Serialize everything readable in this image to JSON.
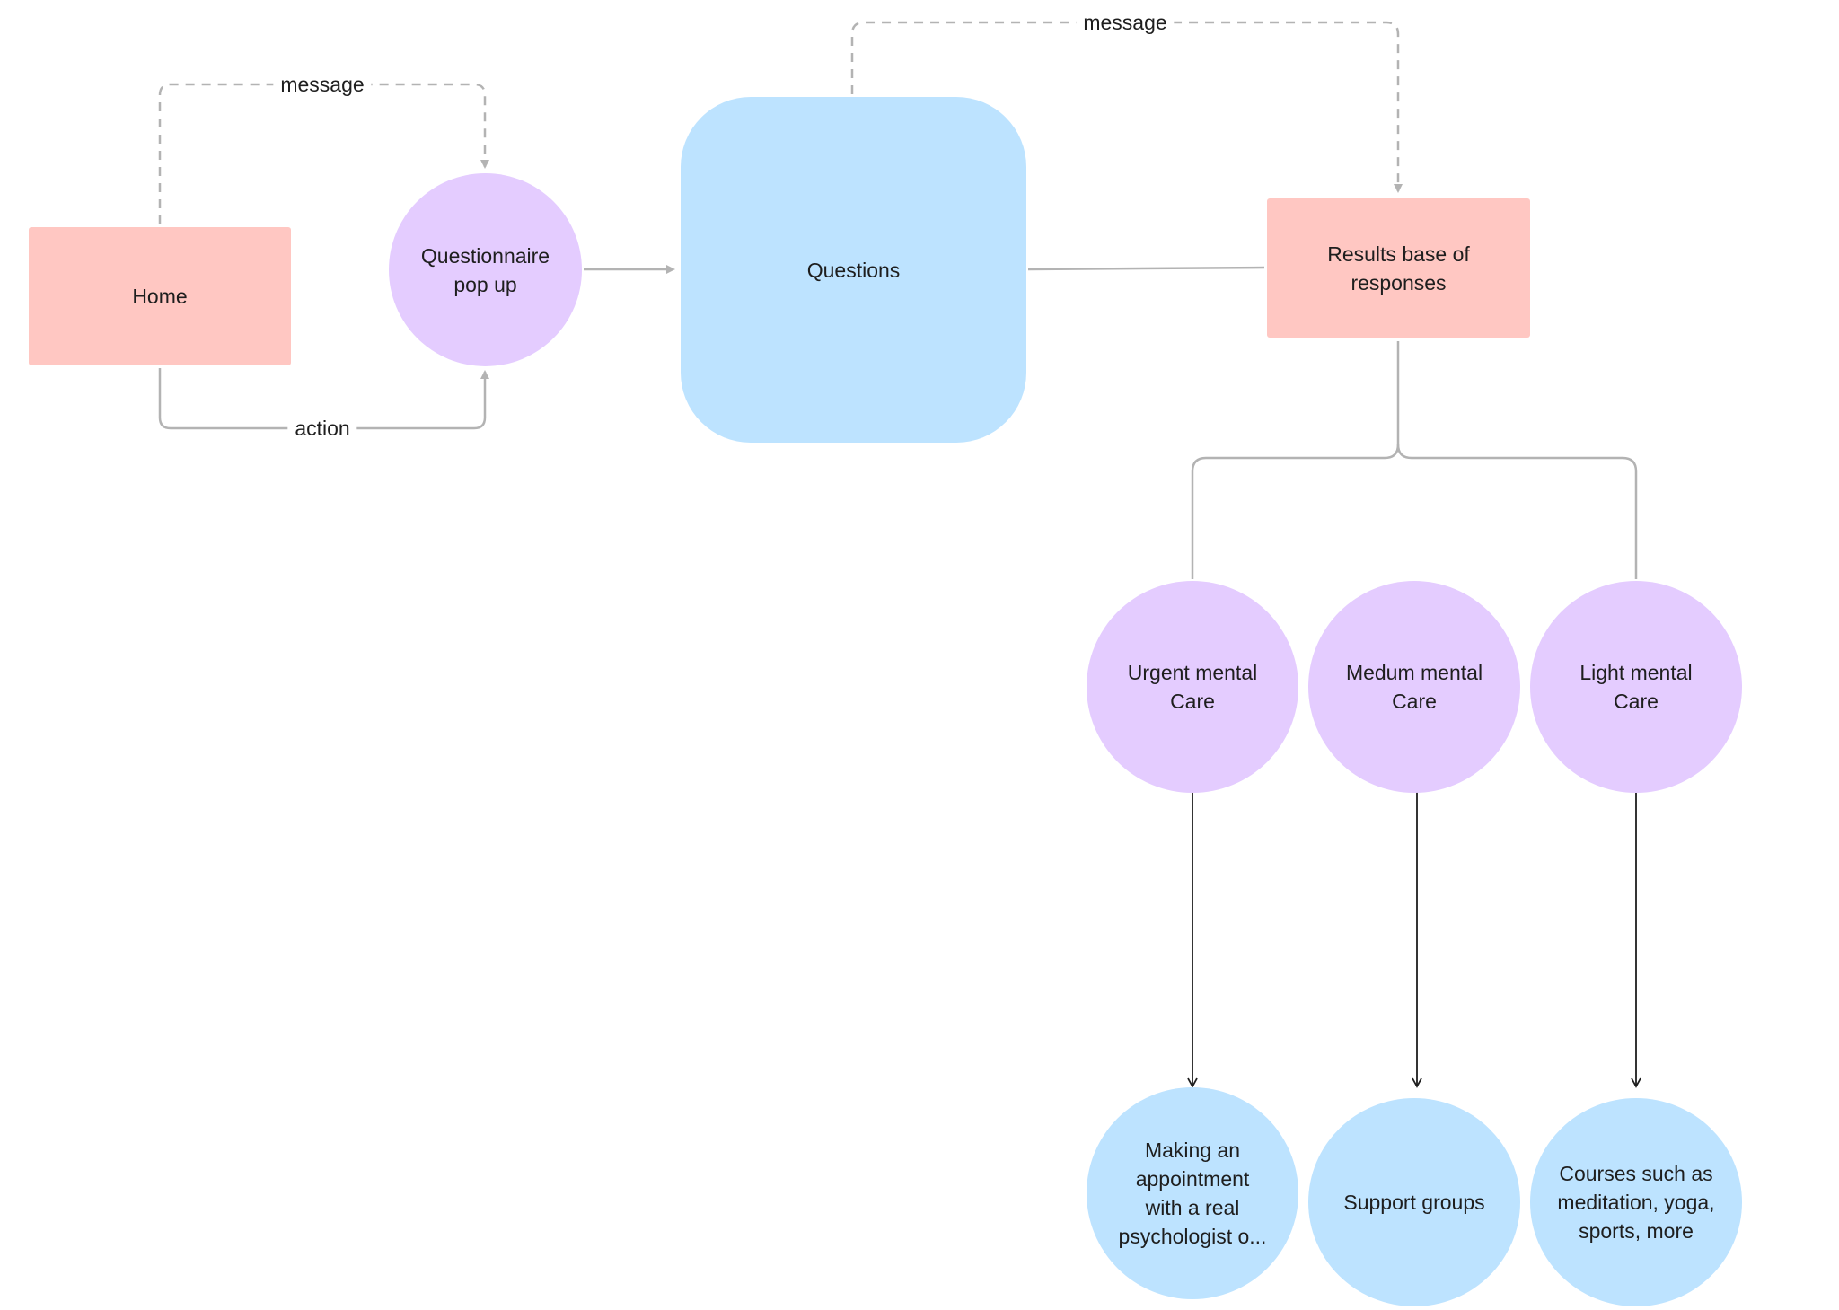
{
  "nodes": {
    "home": "Home",
    "questionnaire": "Questionnaire pop up",
    "questions": "Questions",
    "results": "Results base of responses",
    "urgent": "Urgent mental Care",
    "medium": "Medum mental Care",
    "light": "Light mental Care",
    "appointment": "Making an appointment with a real psychologist o...",
    "support": "Support groups",
    "courses": "Courses such as meditation, yoga, sports, more"
  },
  "edges": {
    "home_to_questionnaire_message": "message",
    "home_to_questionnaire_action": "action",
    "questions_to_results_message": "message"
  },
  "colors": {
    "pink": "#ffc7c2",
    "purple": "#e4ccff",
    "blue": "#bde3ff",
    "connector_gray": "#b3b3b3",
    "connector_dark": "#1e1e1e"
  }
}
